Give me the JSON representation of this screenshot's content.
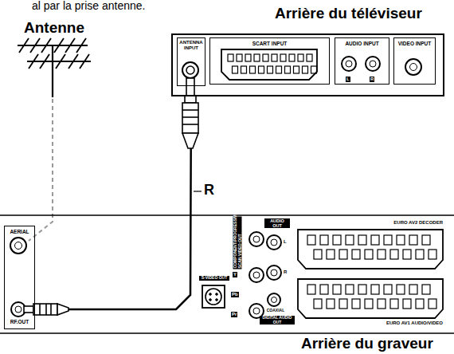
{
  "diagram": {
    "nodes": [
      {
        "text": [
          "Arrière du téléviseur"
        ]
      },
      {
        "text": [
          "ANTENNA INPUT"
        ],
        "in": 0
      },
      {
        "text": [
          "SCART INPUT"
        ],
        "in": 0
      },
      {
        "text": [
          "AUDIO INPUT",
          "L",
          "R"
        ],
        "in": 0
      },
      {
        "text": [
          "VIDEO INPUT"
        ],
        "in": 0
      },
      {
        "text": [
          "AERIAL",
          "RF.OUT"
        ]
      }
    ],
    "edges": [
      {
        "from": 5,
        "to": 1,
        "arrow": "none"
      }
    ],
    "labels": [
      "al par la prise antenne.",
      "Antenne",
      "R",
      "COMPONENT/PROGRESSIVE SCAN VIDEO OUT",
      "Y",
      "Pb",
      "Pr",
      "AUDIO OUT",
      "L",
      "R",
      "COAXIAL",
      "DIGITAL AUDIO OUT",
      "S-VIDEO OUT",
      "EURO AV2 DECODER",
      "EURO AV1 AUDIO/VIDEO",
      "Arrière du graveur"
    ]
  }
}
